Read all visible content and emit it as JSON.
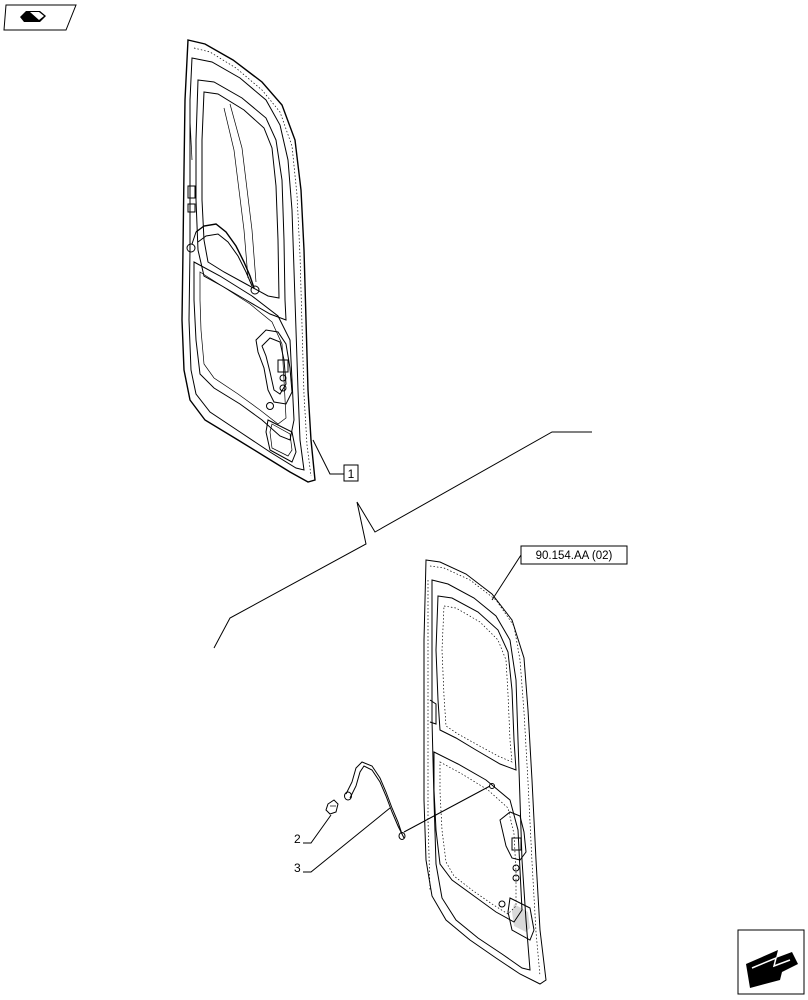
{
  "labels": {
    "item_1": "1",
    "item_2": "2",
    "item_3": "3",
    "reference": "90.154.AA (02)"
  },
  "icons": {
    "top_left": "book-icon",
    "bottom_right": "next-page-arrow-icon"
  }
}
